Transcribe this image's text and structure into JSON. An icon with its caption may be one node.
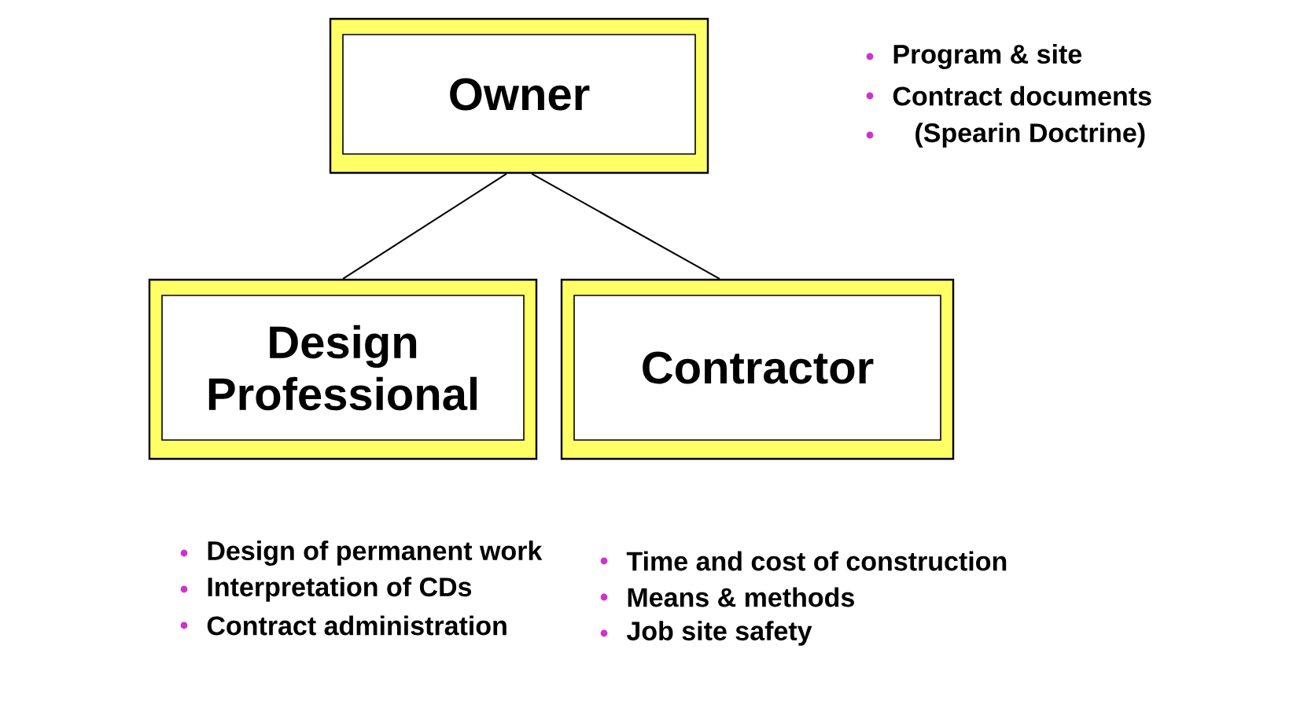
{
  "diagram": {
    "nodes": [
      {
        "text": [
          "Owner"
        ],
        "beside": [
          "Program & site",
          "Contract documents",
          "(Spearin Doctrine)"
        ]
      },
      {
        "text": [
          "Design Professional"
        ],
        "beside": [
          "Design of permanent work",
          "Interpretation of CDs",
          "Contract administration"
        ]
      },
      {
        "text": [
          "Contractor"
        ],
        "beside": [
          "Time and cost of construction",
          "Means & methods",
          "Job site safety"
        ]
      }
    ],
    "edges": [
      {
        "from": 0,
        "to": 1,
        "arrow": "none"
      },
      {
        "from": 0,
        "to": 2,
        "arrow": "none"
      }
    ]
  }
}
